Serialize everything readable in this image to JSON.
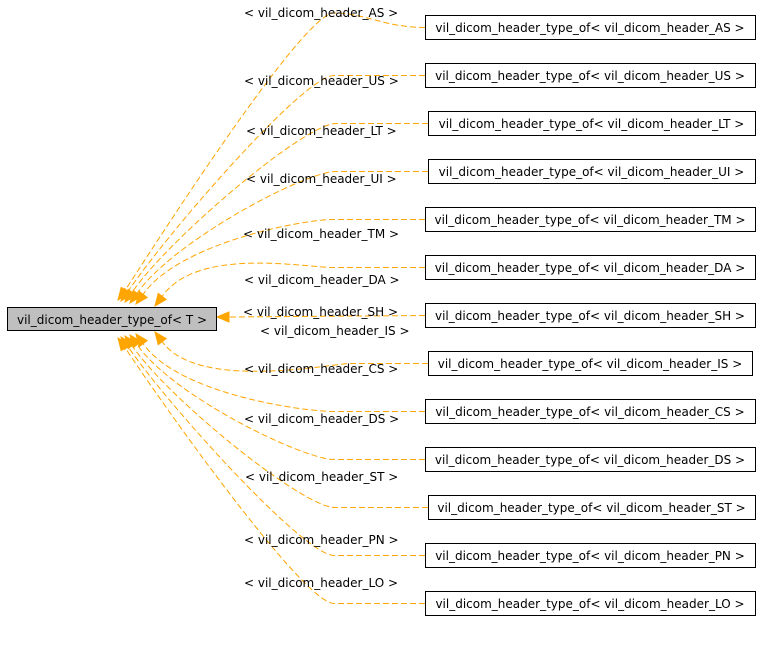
{
  "diagram": {
    "base_class": "vil_dicom_header_type_of< T >",
    "edge_color": "#ffa500",
    "derived": [
      {
        "label": "< vil_dicom_header_AS >",
        "box": "vil_dicom_header_type_of< vil_dicom_header_AS >"
      },
      {
        "label": "< vil_dicom_header_US >",
        "box": "vil_dicom_header_type_of< vil_dicom_header_US >"
      },
      {
        "label": "< vil_dicom_header_LT >",
        "box": "vil_dicom_header_type_of< vil_dicom_header_LT >"
      },
      {
        "label": "< vil_dicom_header_UI >",
        "box": "vil_dicom_header_type_of< vil_dicom_header_UI >"
      },
      {
        "label": "< vil_dicom_header_TM >",
        "box": "vil_dicom_header_type_of< vil_dicom_header_TM >"
      },
      {
        "label": "< vil_dicom_header_DA >",
        "box": "vil_dicom_header_type_of< vil_dicom_header_DA >"
      },
      {
        "label": "< vil_dicom_header_SH >",
        "box": "vil_dicom_header_type_of< vil_dicom_header_SH >"
      },
      {
        "label": "< vil_dicom_header_IS >",
        "box": "vil_dicom_header_type_of< vil_dicom_header_IS >"
      },
      {
        "label": "< vil_dicom_header_CS >",
        "box": "vil_dicom_header_type_of< vil_dicom_header_CS >"
      },
      {
        "label": "< vil_dicom_header_DS >",
        "box": "vil_dicom_header_type_of< vil_dicom_header_DS >"
      },
      {
        "label": "< vil_dicom_header_ST >",
        "box": "vil_dicom_header_type_of< vil_dicom_header_ST >"
      },
      {
        "label": "< vil_dicom_header_PN >",
        "box": "vil_dicom_header_type_of< vil_dicom_header_PN >"
      },
      {
        "label": "< vil_dicom_header_LO >",
        "box": "vil_dicom_header_type_of< vil_dicom_header_LO >"
      }
    ]
  }
}
